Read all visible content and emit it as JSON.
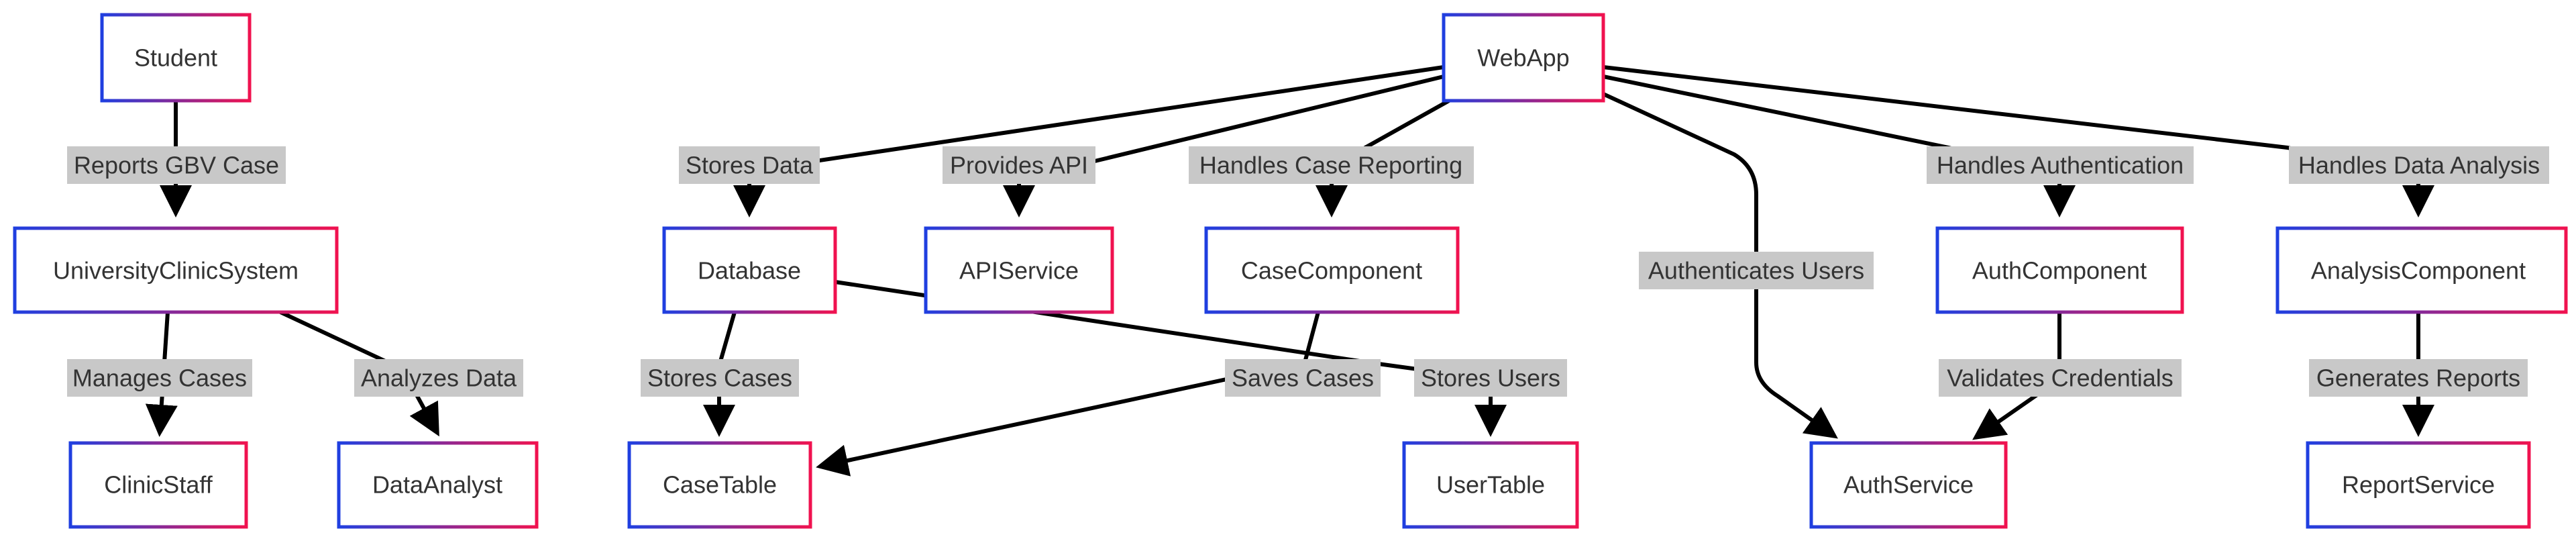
{
  "nodes": [
    {
      "id": "student",
      "label": "Student"
    },
    {
      "id": "ucs",
      "label": "UniversityClinicSystem"
    },
    {
      "id": "clinicstaff",
      "label": "ClinicStaff"
    },
    {
      "id": "dataanalyst",
      "label": "DataAnalyst"
    },
    {
      "id": "webapp",
      "label": "WebApp"
    },
    {
      "id": "database",
      "label": "Database"
    },
    {
      "id": "apiservice",
      "label": "APIService"
    },
    {
      "id": "casecomponent",
      "label": "CaseComponent"
    },
    {
      "id": "authcomponent",
      "label": "AuthComponent"
    },
    {
      "id": "analysiscomponent",
      "label": "AnalysisComponent"
    },
    {
      "id": "casetable",
      "label": "CaseTable"
    },
    {
      "id": "usertable",
      "label": "UserTable"
    },
    {
      "id": "authservice",
      "label": "AuthService"
    },
    {
      "id": "reportservice",
      "label": "ReportService"
    }
  ],
  "edges": [
    {
      "from": "student",
      "to": "ucs",
      "label": "Reports GBV Case"
    },
    {
      "from": "ucs",
      "to": "clinicstaff",
      "label": "Manages Cases"
    },
    {
      "from": "ucs",
      "to": "dataanalyst",
      "label": "Analyzes Data"
    },
    {
      "from": "webapp",
      "to": "database",
      "label": "Stores Data"
    },
    {
      "from": "webapp",
      "to": "apiservice",
      "label": "Provides API"
    },
    {
      "from": "webapp",
      "to": "casecomponent",
      "label": "Handles Case Reporting"
    },
    {
      "from": "webapp",
      "to": "authservice",
      "label": "Authenticates Users"
    },
    {
      "from": "webapp",
      "to": "authcomponent",
      "label": "Handles Authentication"
    },
    {
      "from": "webapp",
      "to": "analysiscomponent",
      "label": "Handles Data Analysis"
    },
    {
      "from": "database",
      "to": "casetable",
      "label": "Stores Cases"
    },
    {
      "from": "database",
      "to": "usertable",
      "label": "Stores Users"
    },
    {
      "from": "casecomponent",
      "to": "casetable",
      "label": "Saves Cases"
    },
    {
      "from": "authcomponent",
      "to": "authservice",
      "label": "Validates Credentials"
    },
    {
      "from": "analysiscomponent",
      "to": "reportservice",
      "label": "Generates Reports"
    }
  ]
}
